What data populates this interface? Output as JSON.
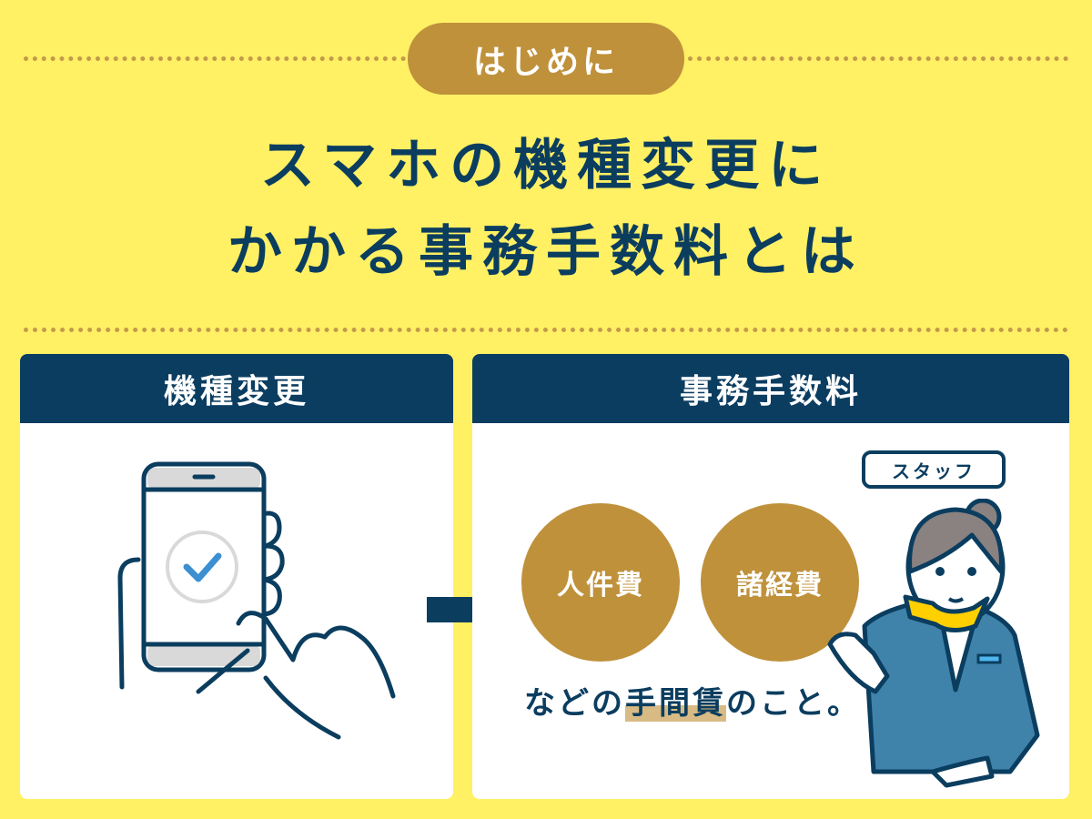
{
  "badge": "はじめに",
  "title": {
    "line1": "スマホの機種変更に",
    "line2": "かかる事務手数料とは"
  },
  "left_panel": {
    "header": "機種変更"
  },
  "right_panel": {
    "header": "事務手数料",
    "circles": [
      "人件費",
      "諸経費"
    ],
    "note": {
      "before": "などの",
      "highlight": "手間賃",
      "after": "のこと。"
    },
    "staff_label": "スタッフ"
  },
  "colors": {
    "background": "#fff064",
    "navy": "#0b3d61",
    "gold": "#bf913b",
    "suit": "#3f83ab",
    "scarf": "#ffcf00"
  }
}
